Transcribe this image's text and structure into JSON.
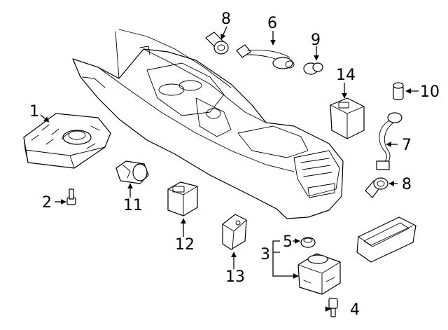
{
  "colors": {
    "line": "#000000",
    "background": "#ffffff"
  },
  "callouts": {
    "c1": "1",
    "c2": "2",
    "c3": "3",
    "c4": "4",
    "c5": "5",
    "c6": "6",
    "c7": "7",
    "c8a": "8",
    "c8b": "8",
    "c9": "9",
    "c10": "10",
    "c11": "11",
    "c12": "12",
    "c13": "13",
    "c14": "14"
  }
}
